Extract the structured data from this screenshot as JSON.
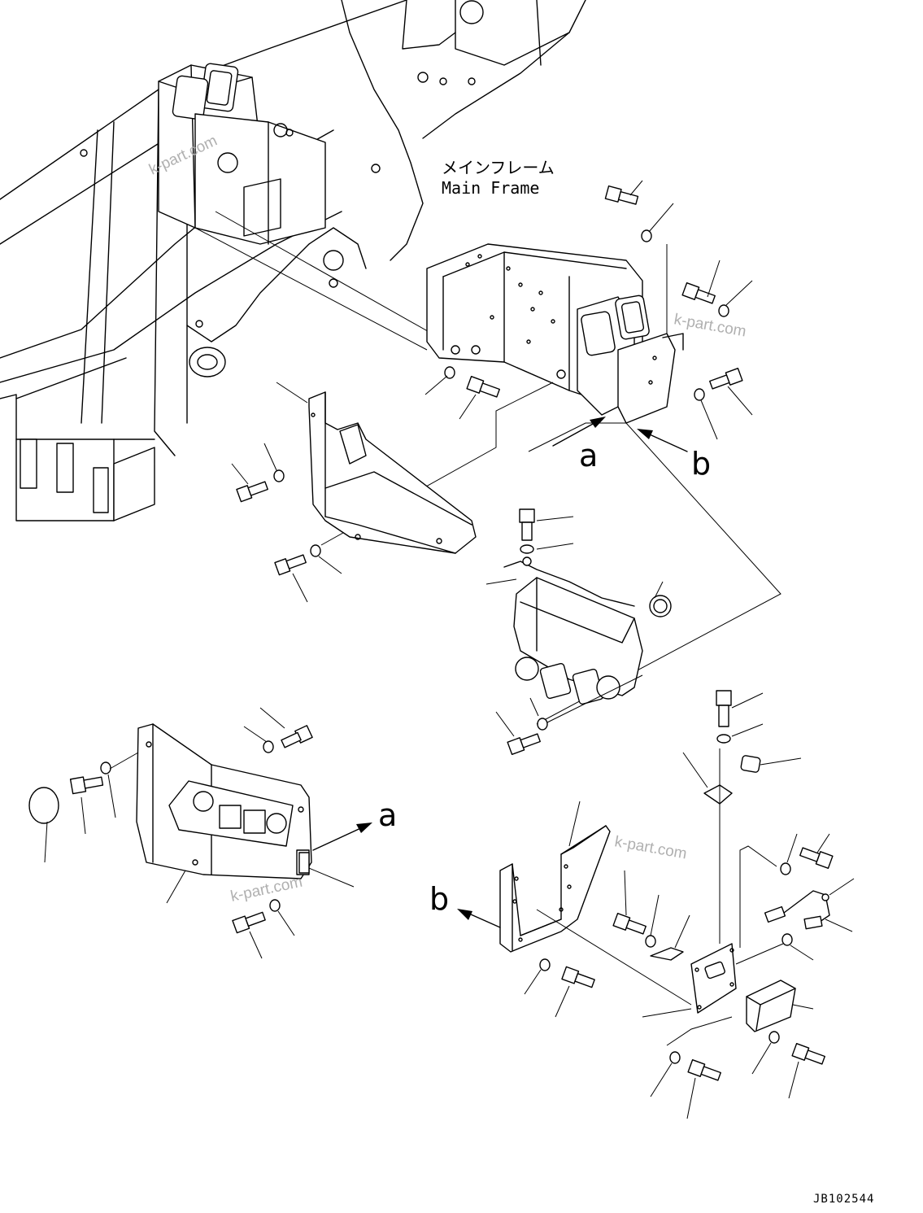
{
  "main_frame_label_jp": "メインフレーム",
  "main_frame_label_en": "Main Frame",
  "view_letter_a_top": "a",
  "view_letter_b_top": "b",
  "view_letter_a_left": "a",
  "view_letter_b_bottom": "b",
  "watermarks": [
    "k-part.com",
    "k-part.com",
    "k-part.com",
    "k-part.com"
  ],
  "drawing_number": "JB102544"
}
